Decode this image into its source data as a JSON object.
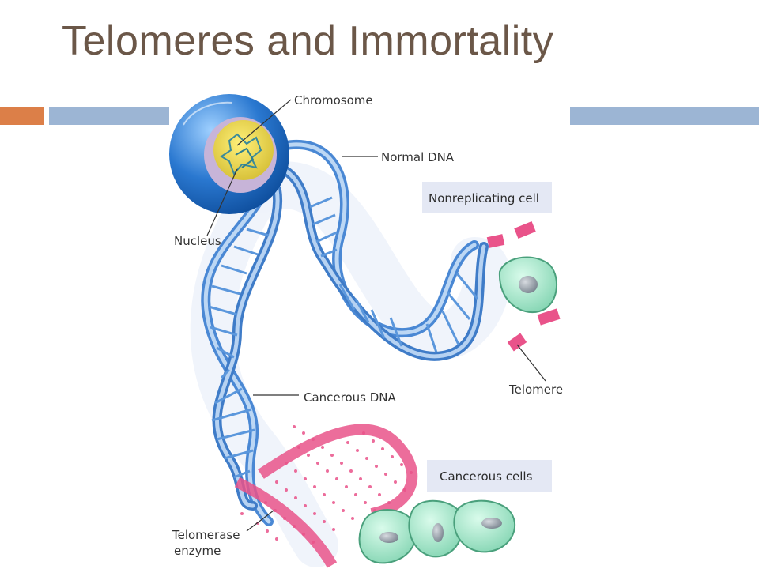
{
  "slide": {
    "title": "Telomeres and Immortality"
  },
  "diagram": {
    "labels": {
      "chromosome": "Chromosome",
      "normal_dna": "Normal DNA",
      "nucleus": "Nucleus",
      "nonreplicating_cell": "Nonreplicating cell",
      "cancerous_dna": "Cancerous DNA",
      "telomere": "Telomere",
      "cancerous_cells": "Cancerous cells",
      "telomerase_line1": "Telomerase",
      "telomerase_line2": "enzyme"
    },
    "colors": {
      "title": "#6b5748",
      "accent_orange": "#dc7f48",
      "accent_blue": "#9cb5d4",
      "dna_blue": "#4a88d4",
      "telomere_pink": "#e9538a",
      "cell_green": "#9ee0c2",
      "nucleus_blue": "#2a78d0",
      "label_box": "#e4e8f4"
    }
  }
}
